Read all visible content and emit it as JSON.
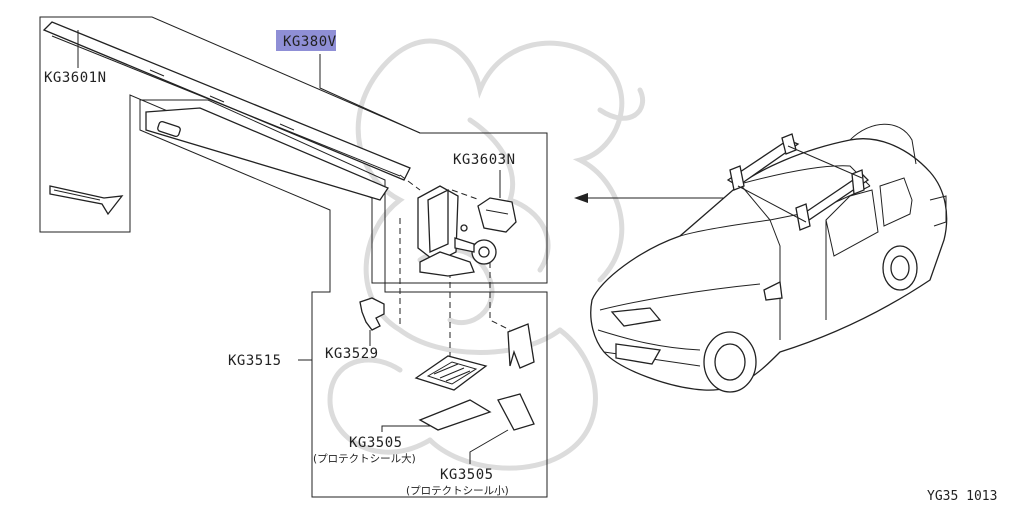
{
  "labels": {
    "kg3801v": "KG380V",
    "kg3601n": "KG3601N",
    "kg3603n": "KG3603N",
    "kg3515": "KG3515",
    "kg3529": "KG3529",
    "kg3505_large": "KG3505",
    "kg3505_large_note": "(プロテクトシール大)",
    "kg3505_small": "KG3505",
    "kg3505_small_note": "(プロテクトシール小)",
    "diagram_code": "YG35 1013"
  },
  "colors": {
    "highlight": "#8f8fd6",
    "line": "#222222",
    "watermark": "#dcdcdc"
  }
}
